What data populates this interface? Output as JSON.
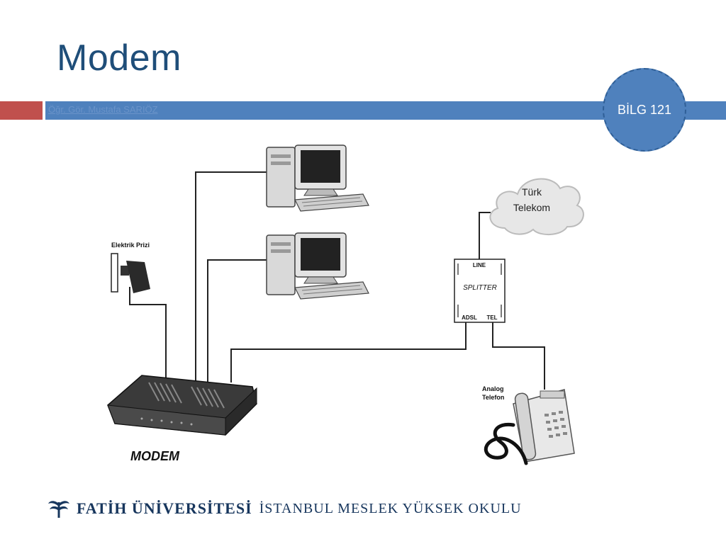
{
  "slide": {
    "title": "Modem",
    "author": "Öğr. Gör. Mustafa SARIÖZ",
    "course_badge": "BİLG 121"
  },
  "diagram": {
    "labels": {
      "power_outlet": "Elektrik Prizi",
      "cloud_line1": "Türk",
      "cloud_line2": "Telekom",
      "splitter_line": "LINE",
      "splitter_name": "SPLITTER",
      "splitter_adsl": "ADSL",
      "splitter_tel": "TEL",
      "phone_line1": "Analog",
      "phone_line2": "Telefon",
      "modem": "MODEM"
    }
  },
  "footer": {
    "university": "FATİH ÜNİVERSİTESİ",
    "school": "İSTANBUL MESLEK YÜKSEK OKULU"
  },
  "colors": {
    "title": "#1f4e79",
    "band_blue": "#4f81bd",
    "band_red": "#c0504d"
  }
}
